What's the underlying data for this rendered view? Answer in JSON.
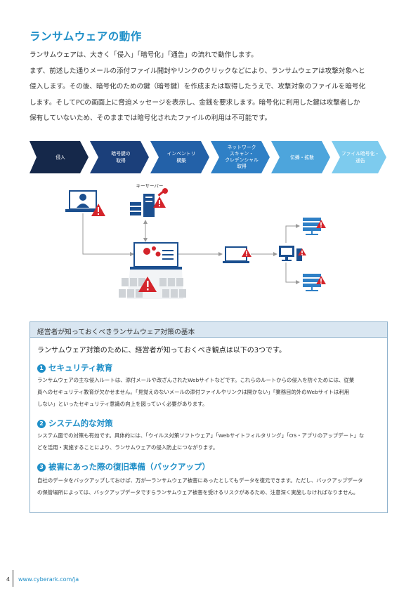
{
  "title": "ランサムウェアの動作",
  "intro": {
    "line1": "ランサムウェアは、大きく「侵入」「暗号化」「通告」の流れで動作します。",
    "line2": "まず、前述した通りメールの添付ファイル開封やリンクのクリックなどにより、ランサムウェアは攻撃対象へと",
    "line3": "侵入します。その後、暗号化のための鍵（暗号鍵）を作成または取得したうえで、攻撃対象のファイルを暗号化",
    "line4": "します。そしてPCの画面上に脅迫メッセージを表示し、金銭を要求します。暗号化に利用した鍵は攻撃者しか",
    "line5": "保有していないため、そのままでは暗号化されたファイルの利用は不可能です。"
  },
  "flow": {
    "step1": "侵入",
    "step2_l1": "暗号鍵の",
    "step2_l2": "取得",
    "step3_l1": "インベントリ",
    "step3_l2": "構築",
    "step4_l1": "ネットワーク",
    "step4_l2": "スキャン・",
    "step4_l3": "クレデンシャル",
    "step4_l4": "取得",
    "step5": "伝播・拡散",
    "step6_l1": "ファイル暗号化・",
    "step6_l2": "通告",
    "colors": [
      "#15284a",
      "#1b3f7a",
      "#2361a8",
      "#2f80c6",
      "#4da5dc",
      "#7dcbee"
    ]
  },
  "diagram": {
    "key_server_label": "キーサーバー"
  },
  "box": {
    "heading": "経営者が知っておくべきランサムウェア対策の基本",
    "lead": "ランサムウェア対策のために、経営者が知っておくべき観点は以下の3つです。",
    "sections": [
      {
        "num": "1",
        "title": "セキュリティ教育",
        "l1": "ランサムウェアの主な侵入ルートは、添付メールや改ざんされたWebサイトなどです。これらのルートからの侵入を防ぐためには、従業",
        "l2": "員へのセキュリティ教育が欠かせません。「見覚えのないメールの添付ファイルやリンクは開かない」「業務目的外のWebサイトは利用",
        "l3": "しない」といったセキュリティ意識の向上を図っていく必要があります。"
      },
      {
        "num": "2",
        "title": "システム的な対策",
        "l1": "システム面での対策も有効です。具体的には、「ウイルス対策ソフトウェア」「Webサイトフィルタリング」「OS・アプリのアップデート」な",
        "l2": "どを活用・実施することにより、ランサムウェアの侵入防止につながります。"
      },
      {
        "num": "3",
        "title": "被害にあった際の復旧準備（バックアップ）",
        "l1": "自社のデータをバックアップしておけば、万が一ランサムウェア被害にあったとしてもデータを復元できます。ただし、バックアップデータ",
        "l2": "の保管場所によっては、バックアップデータですらランサムウェア被害を受けるリスクがあるため、注意深く実施しなければなりません。"
      }
    ]
  },
  "footer": {
    "page": "4",
    "url": "www.cyberark.com/ja"
  }
}
